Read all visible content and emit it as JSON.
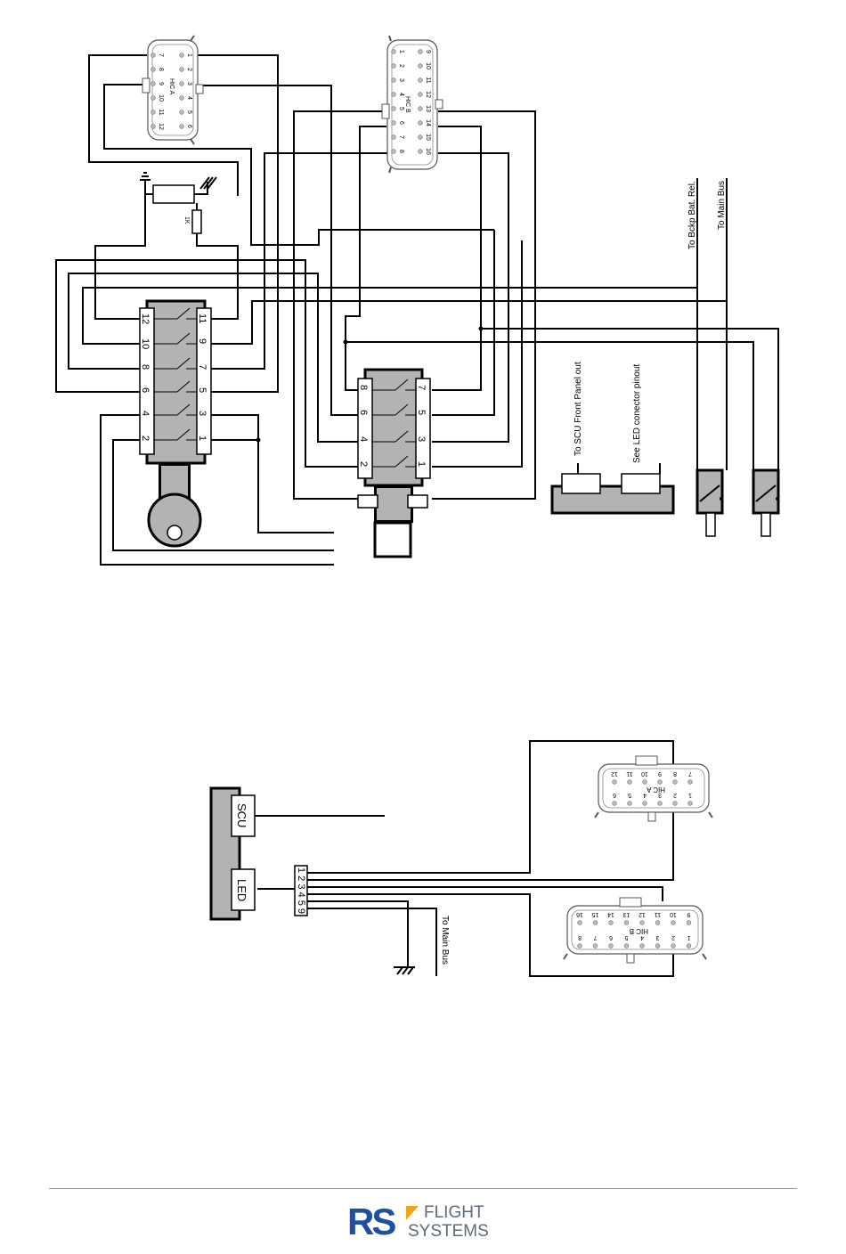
{
  "diagram": {
    "labels": {
      "scu_front_panel": "To SCU Front Panel out",
      "led_pinout": "See LED conector pinout",
      "backup_relay": "To Bckp Bat. Rel.",
      "main_bus_top": "To Main Bus",
      "main_bus_bottom": "To Main Bus",
      "scu_box": "SCU",
      "led_box": "LED",
      "led_pins": "1 2 3 4 5 9",
      "hic_a": "HIC A",
      "hic_b": "HIC B",
      "resistor": "1K"
    },
    "key_switch_left_pins": [
      "12",
      "10",
      "8",
      "6",
      "4",
      "2"
    ],
    "key_switch_right_pins": [
      "11",
      "9",
      "7",
      "5",
      "3",
      "1"
    ],
    "switch2_left_pins": [
      "8",
      "6",
      "4",
      "2"
    ],
    "switch2_right_pins": [
      "7",
      "5",
      "3",
      "1"
    ],
    "hic_a_top_col1": [
      "7",
      "8",
      "9",
      "10",
      "11",
      "12"
    ],
    "hic_a_top_col2": [
      "1",
      "2",
      "3",
      "4",
      "5",
      "6"
    ],
    "hic_b_top_col1": [
      "1",
      "2",
      "3",
      "4",
      "5",
      "6",
      "7",
      "8"
    ],
    "hic_b_top_col2": [
      "9",
      "10",
      "11",
      "12",
      "13",
      "14",
      "15",
      "16"
    ],
    "hic_a_bottom_row1": [
      "12",
      "11",
      "10",
      "9",
      "8",
      "7"
    ],
    "hic_a_bottom_row2": [
      "6",
      "5",
      "4",
      "3",
      "2",
      "1"
    ],
    "hic_b_bottom_row1": [
      "16",
      "15",
      "14",
      "13",
      "12",
      "11",
      "10",
      "9"
    ],
    "hic_b_bottom_row2": [
      "8",
      "7",
      "6",
      "5",
      "4",
      "3",
      "2",
      "1"
    ]
  },
  "footer": {
    "logo_mark": "RS",
    "logo_line1": "FLIGHT",
    "logo_line2": "SYSTEMS",
    "brand_blue": "#1e4fa3",
    "brand_orange": "#f2a51a"
  }
}
